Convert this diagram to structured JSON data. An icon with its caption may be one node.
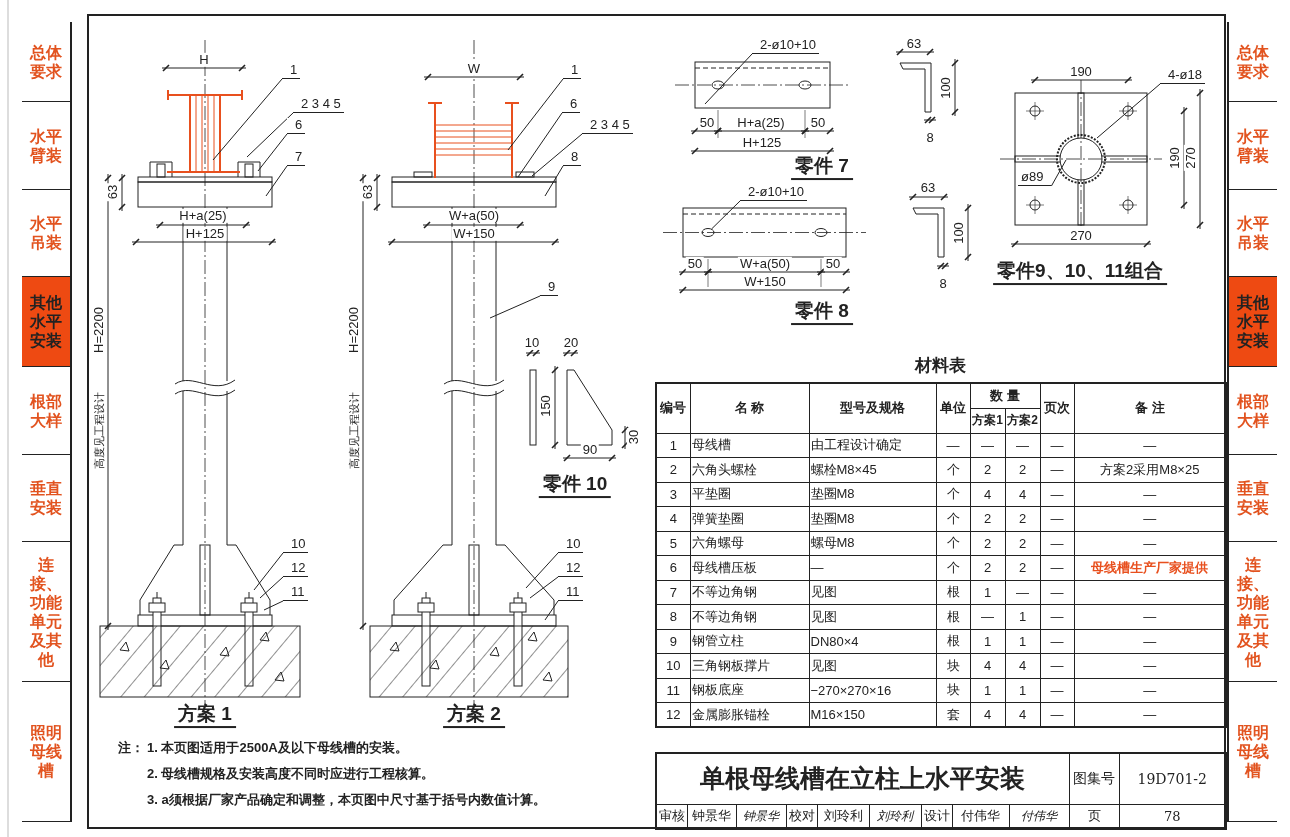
{
  "diagram": {
    "title": "单根母线槽在立柱上水平安装",
    "nodes": [
      {
        "text": [
          "总体要求"
        ]
      },
      {
        "text": [
          "水平臂装"
        ]
      },
      {
        "text": [
          "水平吊装"
        ]
      },
      {
        "text": [
          "其他水平安装"
        ]
      },
      {
        "text": [
          "根部大样"
        ]
      },
      {
        "text": [
          "垂直安装"
        ]
      },
      {
        "text": [
          "连接、功能单元及其他"
        ]
      },
      {
        "text": [
          "照明母线槽"
        ]
      },
      {
        "text": [
          "总体要求"
        ]
      },
      {
        "text": [
          "水平臂装"
        ]
      },
      {
        "text": [
          "水平吊装"
        ]
      },
      {
        "text": [
          "其他水平安装"
        ]
      },
      {
        "text": [
          "根部大样"
        ]
      },
      {
        "text": [
          "垂直安装"
        ]
      },
      {
        "text": [
          "连接、功能单元及其他"
        ]
      },
      {
        "text": [
          "照明母线槽"
        ]
      },
      {
        "text": [
          "1"
        ]
      },
      {
        "text": [
          "2 3 4 5"
        ]
      },
      {
        "text": [
          "6"
        ]
      },
      {
        "text": [
          "7"
        ]
      },
      {
        "text": [
          "10"
        ]
      },
      {
        "text": [
          "12"
        ]
      },
      {
        "text": [
          "11"
        ]
      },
      {
        "text": [
          "1"
        ]
      },
      {
        "text": [
          "6"
        ]
      },
      {
        "text": [
          "2 3 4 5"
        ]
      },
      {
        "text": [
          "8"
        ]
      },
      {
        "text": [
          "9"
        ]
      },
      {
        "text": [
          "10"
        ]
      },
      {
        "text": [
          "12"
        ]
      },
      {
        "text": [
          "11"
        ]
      },
      {
        "text": [
          "2-ø10+10"
        ]
      },
      {
        "text": [
          "2-ø10+10"
        ]
      },
      {
        "text": [
          "4-ø18"
        ]
      },
      {
        "text": [
          "ø89"
        ]
      },
      {
        "text": [],
        "shape": "box"
      }
    ],
    "edges": [
      {
        "from": 16,
        "to": null,
        "arrow": "none"
      },
      {
        "from": 17,
        "to": null,
        "arrow": "none"
      },
      {
        "from": 18,
        "to": null,
        "arrow": "none"
      },
      {
        "from": 19,
        "to": null,
        "arrow": "none"
      },
      {
        "from": 20,
        "to": null,
        "arrow": "none"
      },
      {
        "from": 21,
        "to": null,
        "arrow": "none"
      },
      {
        "from": 22,
        "to": null,
        "arrow": "none"
      },
      {
        "from": 23,
        "to": null,
        "arrow": "none"
      },
      {
        "from": 24,
        "to": null,
        "arrow": "none"
      },
      {
        "from": 25,
        "to": null,
        "arrow": "none"
      },
      {
        "from": 26,
        "to": null,
        "arrow": "none"
      },
      {
        "from": 27,
        "to": null,
        "arrow": "none"
      },
      {
        "from": 28,
        "to": null,
        "arrow": "none"
      },
      {
        "from": 29,
        "to": null,
        "arrow": "none"
      },
      {
        "from": 30,
        "to": null,
        "arrow": "none"
      },
      {
        "from": 31,
        "to": null,
        "arrow": "none"
      },
      {
        "from": 32,
        "to": 35,
        "arrow": "none"
      },
      {
        "from": 33,
        "to": null,
        "arrow": "none"
      },
      {
        "from": 34,
        "to": null,
        "arrow": "none"
      }
    ],
    "labels": [
      "H",
      "63",
      "H+a(25)",
      "H+125",
      "H=2200",
      "高度见工程设计",
      "方案 1",
      "W",
      "63",
      "W+a(50)",
      "W+150",
      "H=2200",
      "高度见工程设计",
      "方案 2",
      "50",
      "H+a(25)",
      "50",
      "H+125",
      "零件 7",
      "63",
      "100",
      "8",
      "50",
      "W+a(50)",
      "50",
      "W+150",
      "零件 8",
      "63",
      "100",
      "8",
      "190",
      "270",
      "190",
      "270",
      "零件9、10、11组合",
      "10",
      "20",
      "150",
      "30",
      "90",
      "零件 10",
      "材料表",
      "编号",
      "名 称",
      "型号及规格",
      "单位",
      "数 量",
      "页次",
      "备 注",
      "方案1",
      "方案2",
      "1",
      "母线槽",
      "由工程设计确定",
      "—",
      "—",
      "—",
      "—",
      "—",
      "2",
      "六角头螺栓",
      "螺栓M8×45",
      "个",
      "2",
      "2",
      "—",
      "方案2采用M8×25",
      "3",
      "平垫圈",
      "垫圈M8",
      "个",
      "4",
      "4",
      "—",
      "—",
      "4",
      "弹簧垫圈",
      "垫圈M8",
      "个",
      "2",
      "2",
      "—",
      "—",
      "5",
      "六角螺母",
      "螺母M8",
      "个",
      "2",
      "2",
      "—",
      "—",
      "6",
      "母线槽压板",
      "—",
      "个",
      "2",
      "2",
      "—",
      "母线槽生产厂家提供",
      "7",
      "不等边角钢",
      "见图",
      "根",
      "1",
      "—",
      "—",
      "—",
      "8",
      "不等边角钢",
      "见图",
      "根",
      "—",
      "1",
      "—",
      "—",
      "9",
      "钢管立柱",
      "DN80×4",
      "根",
      "1",
      "1",
      "—",
      "—",
      "10",
      "三角钢板撑片",
      "见图",
      "块",
      "4",
      "4",
      "—",
      "—",
      "11",
      "钢板底座",
      "−270×270×16",
      "块",
      "1",
      "1",
      "—",
      "—",
      "12",
      "金属膨胀锚栓",
      "M16×150",
      "套",
      "4",
      "4",
      "—",
      "—",
      "注：",
      "1. 本页图适用于2500A及以下母线槽的安装。",
      "2. 母线槽规格及安装高度不同时应进行工程核算。",
      "3. a须根据厂家产品确定和调整，本页图中尺寸基于括号内数值计算。",
      "图集号",
      "19D701-2",
      "审核",
      "钟景华",
      "钟景华",
      "校对",
      "刘玲利",
      "刘玲利",
      "设计",
      "付伟华",
      "付伟华",
      "页",
      "78"
    ]
  }
}
